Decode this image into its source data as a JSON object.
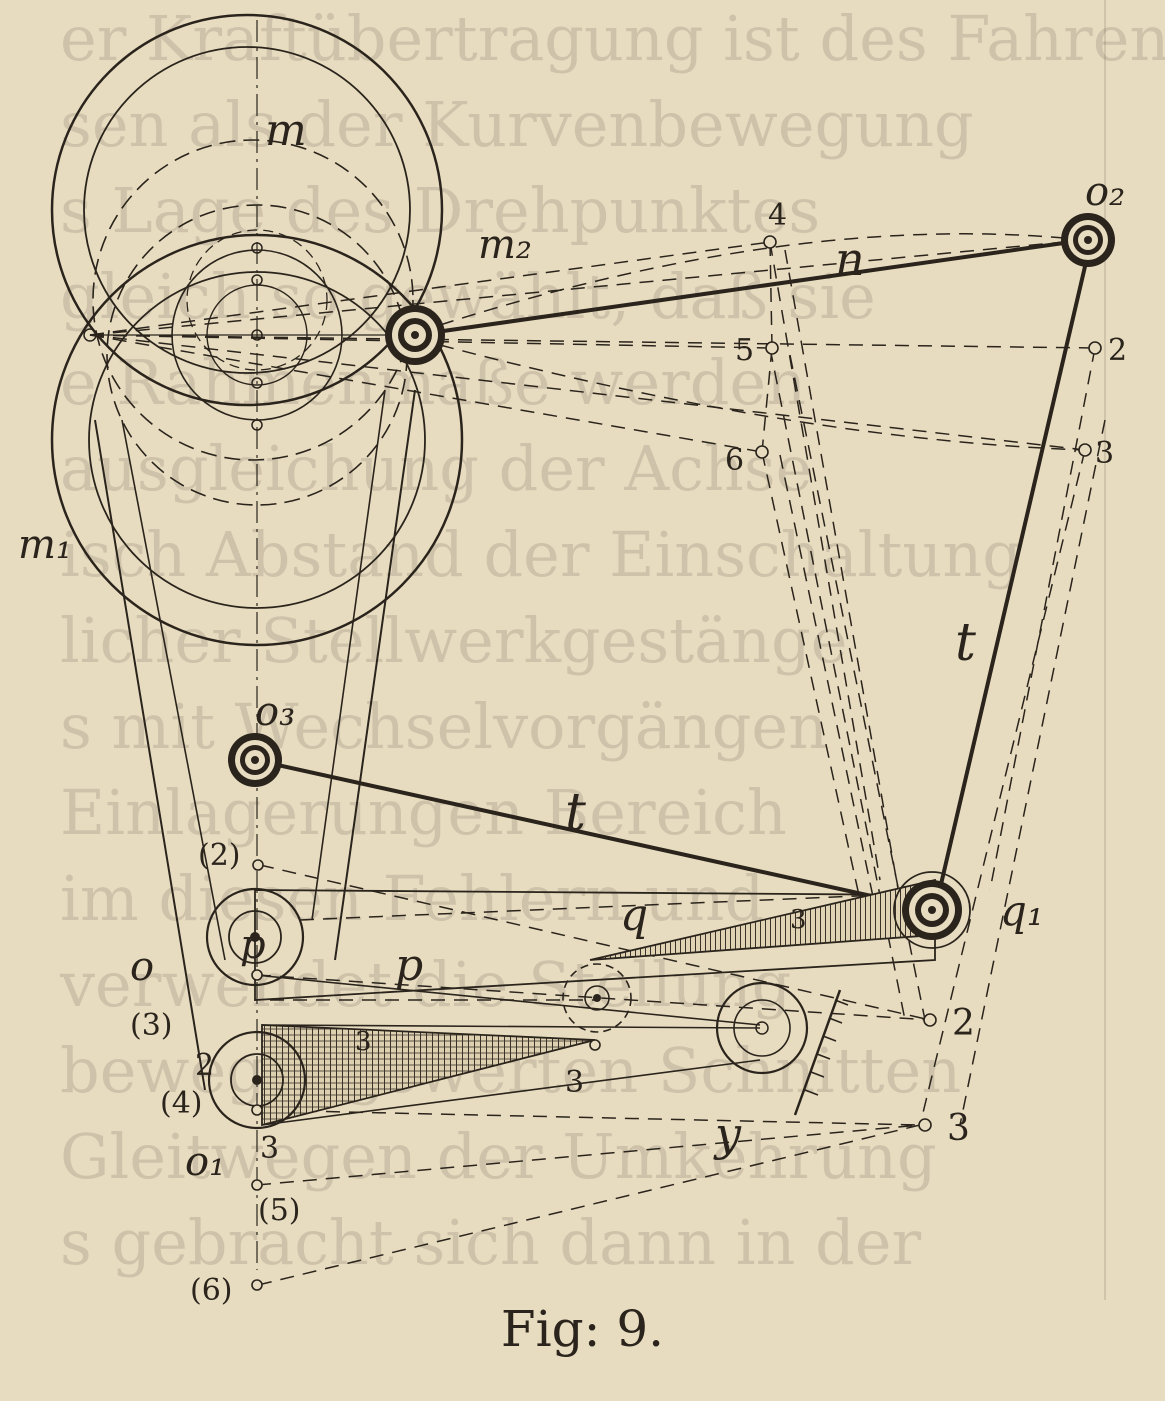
{
  "figure": {
    "caption": "Fig: 9.",
    "colors": {
      "paper": "#e8dcc0",
      "ink": "#2a241c",
      "hatch": "#3a3228"
    }
  },
  "labels": {
    "m": "m",
    "m1": "m₁",
    "m2": "m₂",
    "n": "n",
    "o": "o",
    "o1": "o₁",
    "o2": "o₂",
    "o3": "o₃",
    "p_upper": "p",
    "p_mid": "p",
    "q": "q",
    "q1": "q₁",
    "t_right": "t",
    "t_left": "t",
    "y": "y"
  },
  "point_numbers": {
    "top_4": "4",
    "top_5": "5",
    "top_6": "6",
    "right_2": "2",
    "right_3": "3",
    "lower_right_2": "2",
    "lower_right_3": "3",
    "left_2paren": "(2)",
    "left_3paren": "(3)",
    "left_2": "2",
    "left_4paren": "(4)",
    "left_3": "3",
    "left_5paren": "(5)",
    "left_6paren": "(6)",
    "mid_3": "3",
    "upper_link_3": "3",
    "lower_link_3": "3"
  },
  "background_text": [
    "er Kraftübertragung ist des Fahrens",
    "sen als der Kurvenbewegung",
    "s Lage des Drehpunktes",
    "gleich so gewählt, daß sie",
    "e Rahmenmaße werden",
    "ausgleichung der Achse",
    "isch Abstand der Einschaltung",
    "licher Stellwerkgestänge",
    "s mit Wechselvorgängen",
    "Einlagerungen Bereich",
    "im diesen Fehlern und",
    "verwendet die Stellung",
    "bewegungswerten Schnitten",
    "Gleitwegen der Umkehrung",
    "s gebracht sich dann in der"
  ]
}
